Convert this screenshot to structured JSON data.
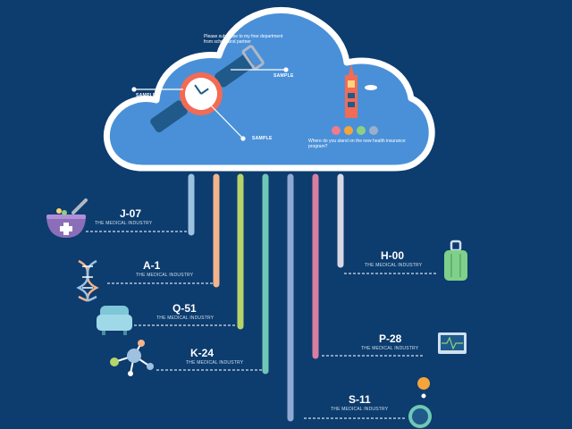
{
  "cloud": {
    "caption_top": "Please subscribe to my free department from school and partner",
    "question": "Where do you stand on the new health insurance program?",
    "sample_labels": [
      "SAMPLE",
      "SAMPLE",
      "SAMPLE"
    ],
    "dot_colors": [
      "#f07b8a",
      "#f5a43a",
      "#8ed081",
      "#9ab0c8"
    ]
  },
  "items": [
    {
      "code": "J-07",
      "subtitle": "THE MEDICAL INDUSTRY",
      "icon": "mortar-pestle-icon",
      "color": "#9ec1e0"
    },
    {
      "code": "A-1",
      "subtitle": "THE MEDICAL INDUSTRY",
      "icon": "dna-icon",
      "color": "#f3b48d"
    },
    {
      "code": "Q-51",
      "subtitle": "THE MEDICAL INDUSTRY",
      "icon": "armchair-icon",
      "color": "#b7d46a"
    },
    {
      "code": "K-24",
      "subtitle": "THE MEDICAL INDUSTRY",
      "icon": "molecule-icon",
      "color": "#6fc8b6"
    },
    {
      "code": "H-00",
      "subtitle": "THE MEDICAL INDUSTRY",
      "icon": "luggage-icon",
      "color": "#d8d8e4"
    },
    {
      "code": "P-28",
      "subtitle": "THE MEDICAL INDUSTRY",
      "icon": "monitor-icon",
      "color": "#d97ea3"
    },
    {
      "code": "S-11",
      "subtitle": "THE MEDICAL INDUSTRY",
      "icon": "compass-pin-icon",
      "color": "#8faad2"
    }
  ],
  "colors": {
    "background": "#0d3c6e",
    "cloud_fill": "#4a90d8",
    "cloud_border": "#ffffff"
  }
}
